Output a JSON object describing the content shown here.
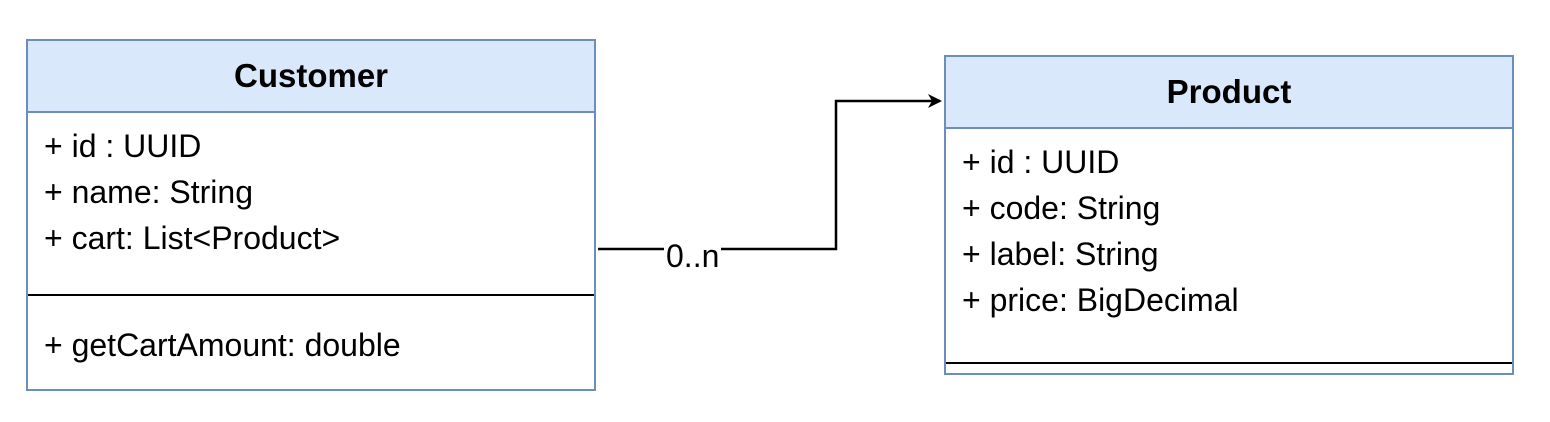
{
  "classes": {
    "customer": {
      "name": "Customer",
      "attributes": [
        "+ id : UUID",
        "+ name: String",
        "+ cart: List<Product>"
      ],
      "methods": [
        "+ getCartAmount: double"
      ]
    },
    "product": {
      "name": "Product",
      "attributes": [
        "+ id : UUID",
        "+ code: String",
        "+ label: String",
        "+ price: BigDecimal"
      ],
      "methods": []
    }
  },
  "association": {
    "multiplicity": "0..n"
  },
  "colors": {
    "header_fill": "#dae8fc",
    "border": "#6c8ebf",
    "line": "#000000"
  }
}
